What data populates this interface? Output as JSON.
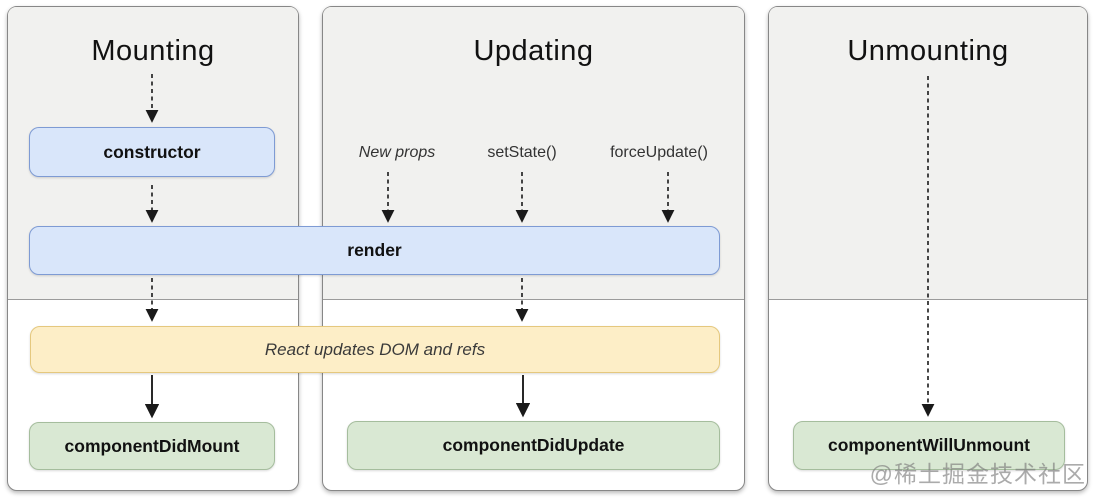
{
  "diagram": {
    "columns": [
      {
        "title": "Mounting"
      },
      {
        "title": "Updating"
      },
      {
        "title": "Unmounting"
      }
    ],
    "boxes": {
      "constructor": "constructor",
      "render": "render",
      "react_updates": "React updates DOM and refs",
      "component_did_mount": "componentDidMount",
      "component_did_update": "componentDidUpdate",
      "component_will_unmount": "componentWillUnmount"
    },
    "updating_triggers": [
      {
        "label": "New props"
      },
      {
        "label": "setState()"
      },
      {
        "label": "forceUpdate()"
      }
    ],
    "watermark": "@稀土掘金技术社区",
    "colors": {
      "lifecycle_blue_fill": "#d9e6fa",
      "lifecycle_blue_border": "#7e9bd4",
      "side_effect_yellow_fill": "#fdeec7",
      "side_effect_yellow_border": "#e5c87e",
      "commit_green_fill": "#d9e8d3",
      "commit_green_border": "#a5bd9d",
      "column_header_gray": "#f1f1ef",
      "column_border_gray": "#878787"
    }
  }
}
